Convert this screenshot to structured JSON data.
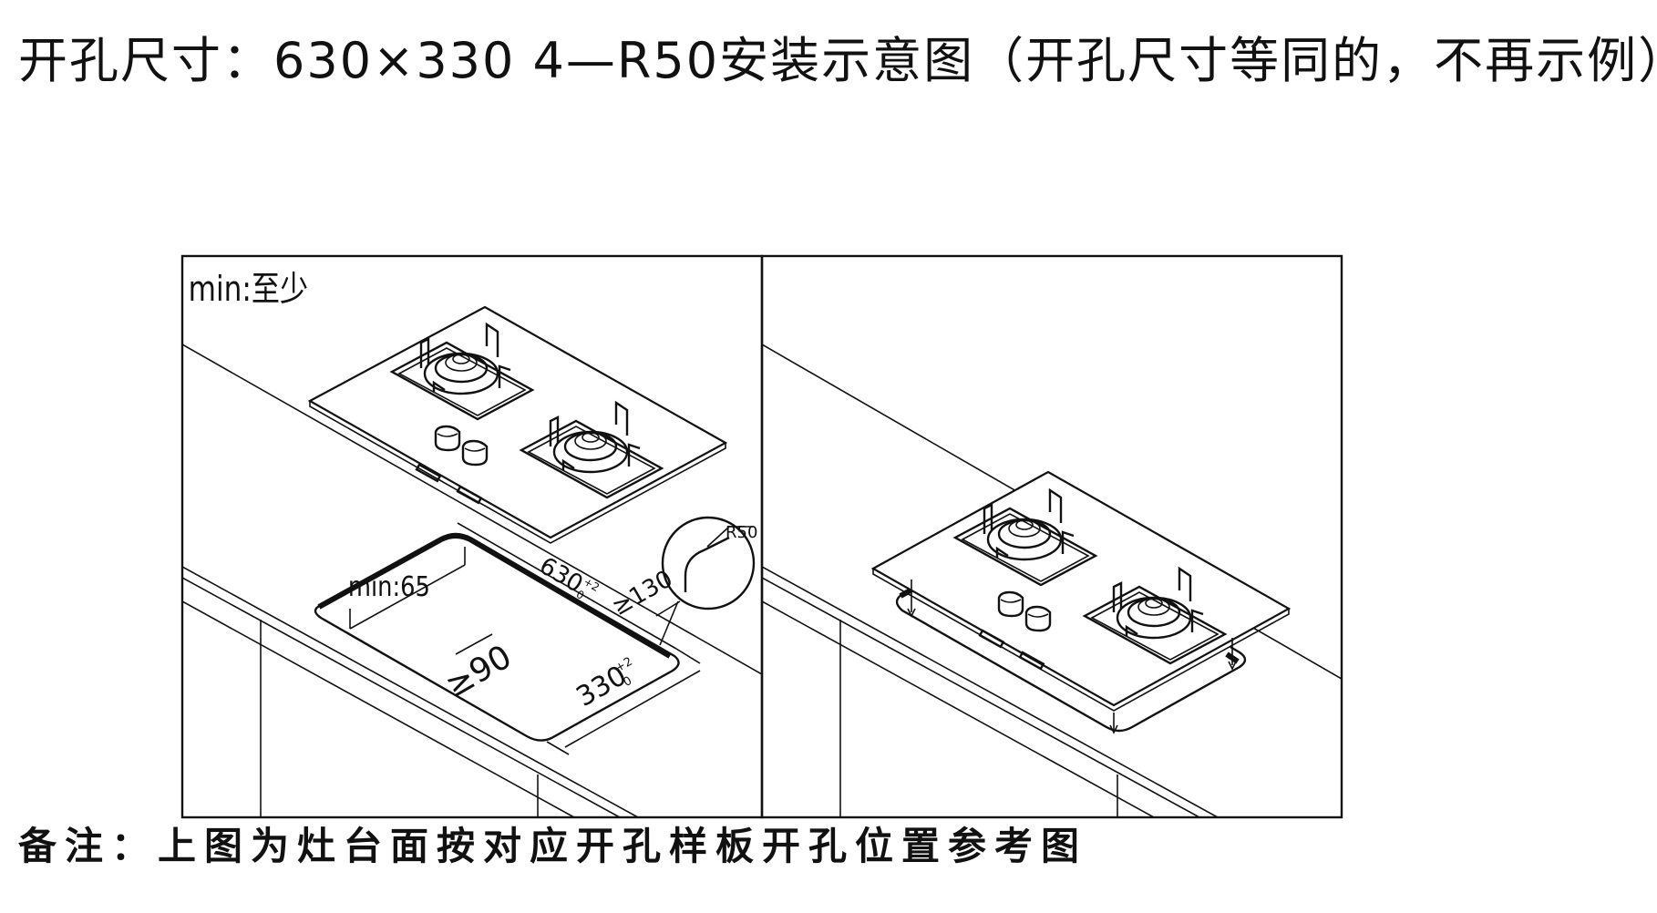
{
  "title": "开孔尺寸：630×330  4—R50安装示意图（开孔尺寸等同的，不再示例）",
  "labels": {
    "min_label": "min:至少",
    "min_65": "min:65",
    "dim_630": "630",
    "dim_630_tol": "+2",
    "dim_630_tol0": "0",
    "dim_130": "≥130",
    "dim_90": "≥90",
    "dim_330": "330",
    "dim_330_tol": "+2",
    "dim_330_tol0": "0",
    "radius": "R50"
  },
  "note": "备注：上图为灶台面按对应开孔样板开孔位置参考图"
}
